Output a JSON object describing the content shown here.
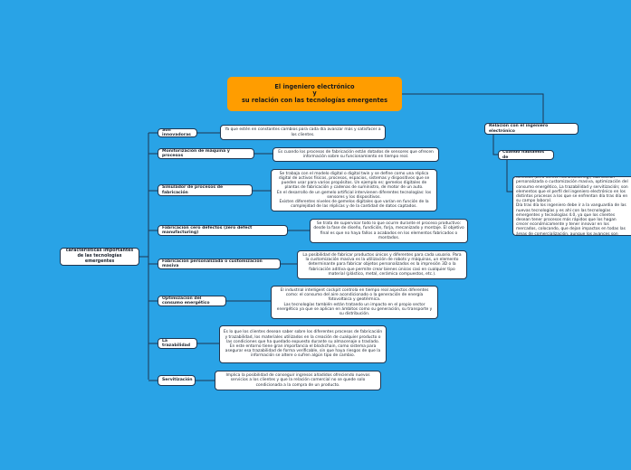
{
  "title": "El ingeniero electrónico\ny\nsu relación con las tecnologías emergentes",
  "root": "características importantes de las tecnologías emergentes",
  "topics": [
    {
      "label": "Son innovadoras",
      "desc": "Ya que estén en constantes cambios para cada  día avanzar más y satisfacer a los clientes."
    },
    {
      "label": "Monitorización de máquina y procesos",
      "desc": "Es cuando los procesos de fabricación están dotados de sensores que ofrecen información sobre su funcionamiento en tiempo real."
    },
    {
      "label": "Simulador de procesos de fabricación",
      "desc": "Se trabaja con el modelo digital o digital twin y se define como una réplica digital de activos físicos, procesos, espacios, sistemas y dispositivos que se pueden usar para varios propósitos. Un ejemplo es: gemelos digitales de plantas de fabricación y cadenas de suministro, de motor de un auto.\nEn el desarrollo de un gemelo artificial intervienen diferentes   tecnologías: los sensores y los dispositivos.\nExisten diferentes niveles de gemelos digitales que varían en    función de la complejidad de las réplicas y de la cantidad de datos captados."
    },
    {
      "label": "Fabricación cero defectos (zero defect manufacturing)",
      "desc": "Se trata de supervisar todo lo que ocurre durante el proceso productivo: desde la fase de  diseño, fundición, forja, mecanizado y montaje. El objetivo final es que no haya fallos a acabados en los elementos fabricados o montados."
    },
    {
      "label": "Fabricación personalizada o customización masiva",
      "desc": "La posibilidad de fabricar productos únicos y diferentes para cada usuario. Para la customización masiva es la utilización de robots y máquinas, un elemento determinante  para fabricar objetos personalizados es la impresión 3D o la fabricación aditiva que permite crear bienes únicos casi en cualquier tipo material (plástico, metal, cerámica compuestos, etc.)."
    },
    {
      "label": "Optimización del consumo energético",
      "desc": "El industrial intelligent cockpit controla en tiempo real aspectos diferentes como: el consumo del aire acondicionado o la generación de energía fotovoltaica y geotérmica.\nLas tecnologías también están tratando un impacto en el propio sector energético ya que se aplican en ámbitos como su generación, su transporte y su distribución."
    },
    {
      "label": "La trazabilidad",
      "desc": "Es lo que los clientes desean saber sobre los diferentes procesos de fabricación y trazabilidad, los materiales utilizados en la creación de cualquier producto o las condiciones que ha quedado expuesto durante su almacenaje o traslado.\nEn este entorno tiene gran importancia el blockchain, como sistema para asegurar esa trazabilidad de forma verificable, sin que haya riesgos de que la información se altere o sufren algún tipo de cambio."
    },
    {
      "label": "Servitización",
      "desc": "Implica la posibilidad de conseguir ingresos añadidos ofreciendo nuevos servicios a los clientes y que la relación comercial no se quede solo condicionada a la compra de un producto."
    }
  ],
  "right": {
    "label": "Relación con el ingeniero electrónico",
    "sub": "Cuando hablamos de",
    "desc": "Innovación, monitorización de máquina y procesos,  simulación de procesos de fabricación, fabricación cero defectos (zero defect manufacturing), fabricación personalizada o customización masiva, optimización del consumo energético, La trazabilidad y servitización;  son elementos que el perfil del ingeniero electrónico en los distintos procesos a los que se enfrentan día tras día en su campo laboral.\n Día tras día los ingeniero debe ir a la vanguardia de las nuevas tecnologías y es ahí con las tecnologías emergentes y tecnologías 4.0, ya que los clientes desean tener procesos más rápidos que los hagan crecer económicamente y tener innovar en los mercados, colocando, que dejan impactos en todas las áreas de comercialización, aunque los avances son notorios no cabe duda que las tecnologías estas universalmente creando expectativas en el mundo."
  }
}
